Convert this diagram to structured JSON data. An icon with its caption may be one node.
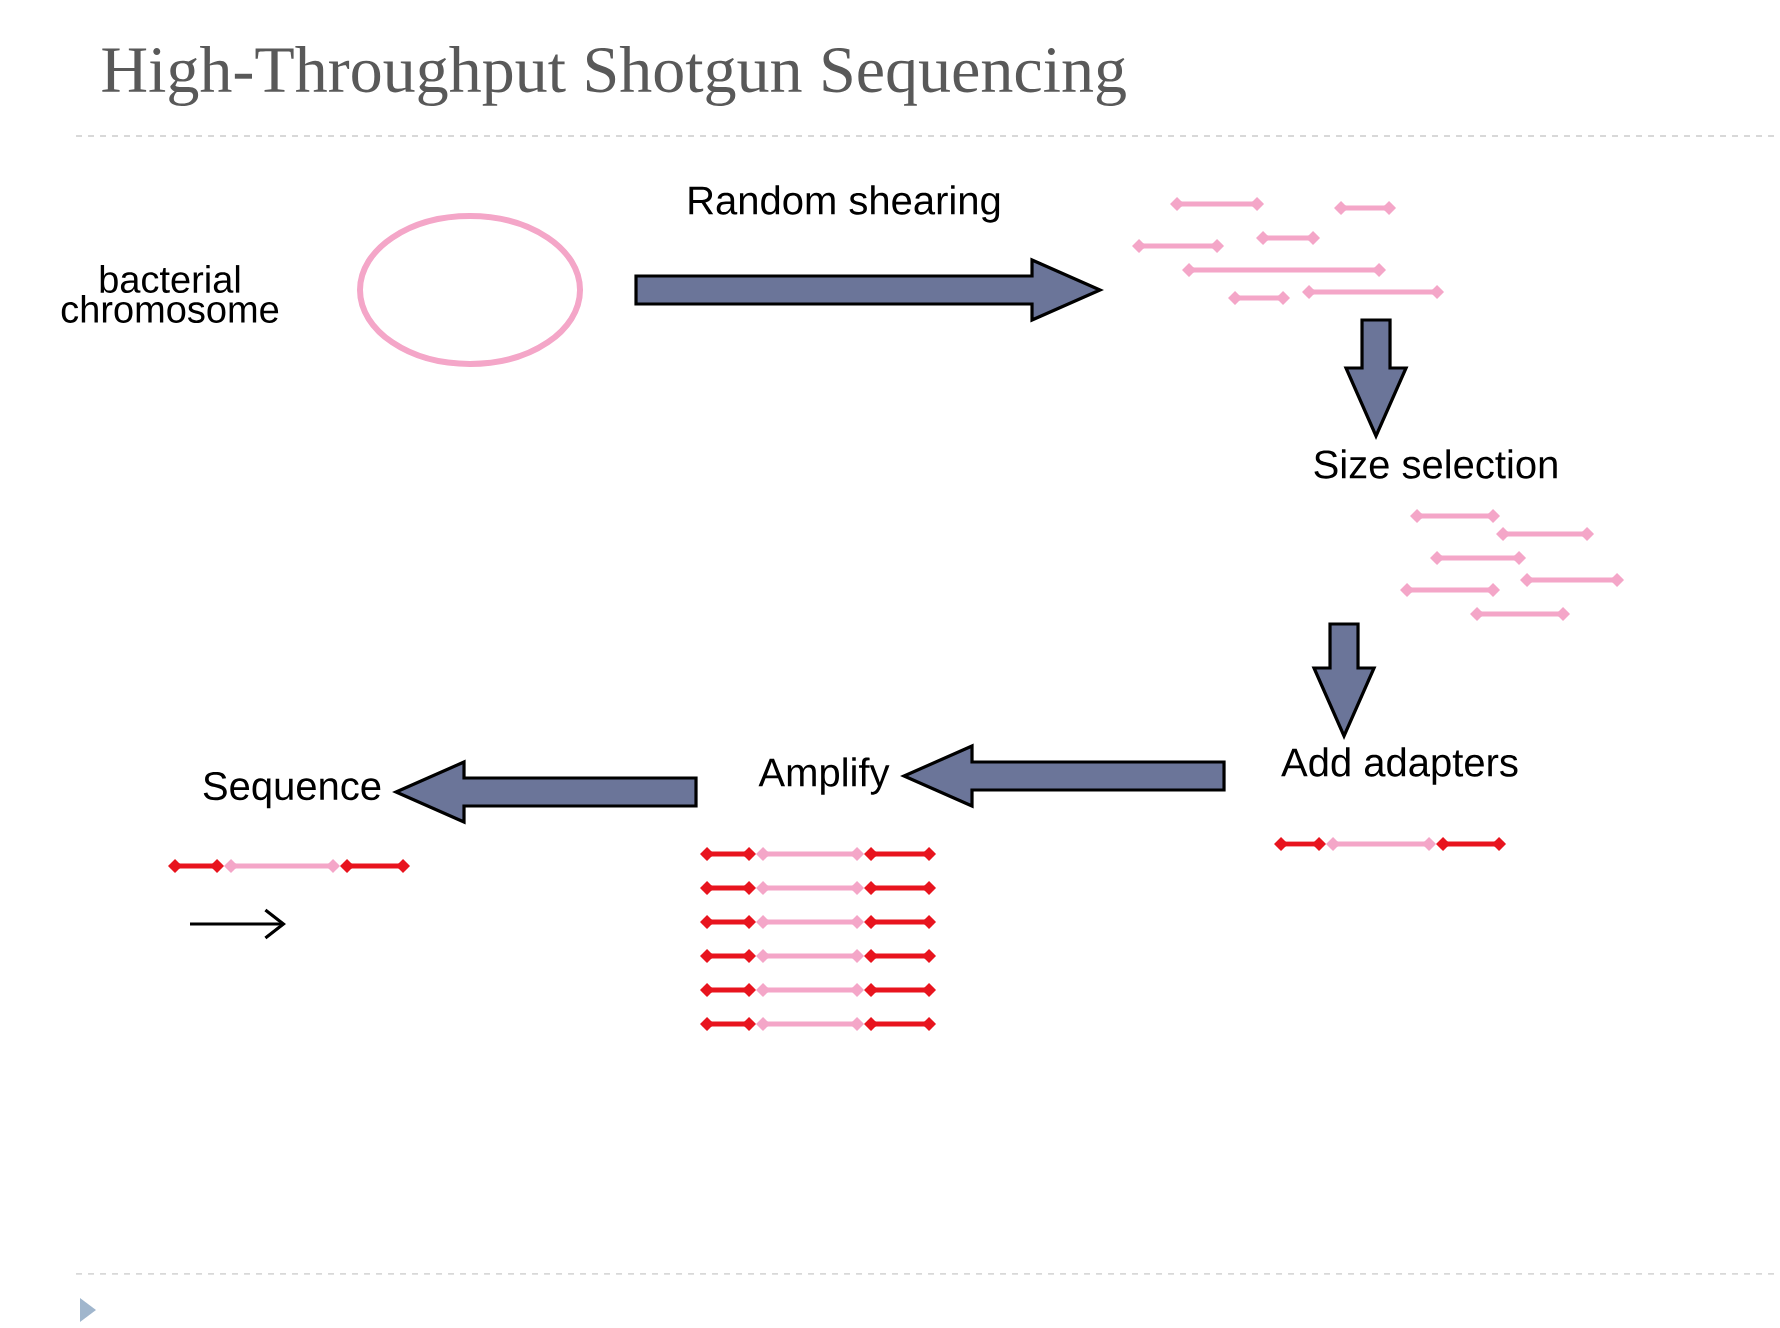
{
  "diagram": {
    "title": "High-Throughput Shotgun Sequencing",
    "nodes": [
      {
        "text": [],
        "shape": "circle",
        "beside": [
          "bacterial chromosome"
        ]
      },
      {
        "text": [],
        "shape": "picture"
      },
      {
        "text": [],
        "shape": "picture"
      },
      {
        "text": [],
        "shape": "picture"
      },
      {
        "text": [],
        "shape": "picture"
      },
      {
        "text": [],
        "shape": "picture"
      }
    ],
    "edges": [
      {
        "from": 0,
        "to": 1,
        "arrow": "to",
        "label": "Random shearing"
      },
      {
        "from": 1,
        "to": 2,
        "arrow": "to",
        "label": "Size selection"
      },
      {
        "from": 2,
        "to": 3,
        "arrow": "to",
        "label": "Add adapters"
      },
      {
        "from": 3,
        "to": 4,
        "arrow": "to",
        "label": "Amplify"
      },
      {
        "from": 4,
        "to": 5,
        "arrow": "to",
        "label": "Sequence"
      }
    ]
  }
}
